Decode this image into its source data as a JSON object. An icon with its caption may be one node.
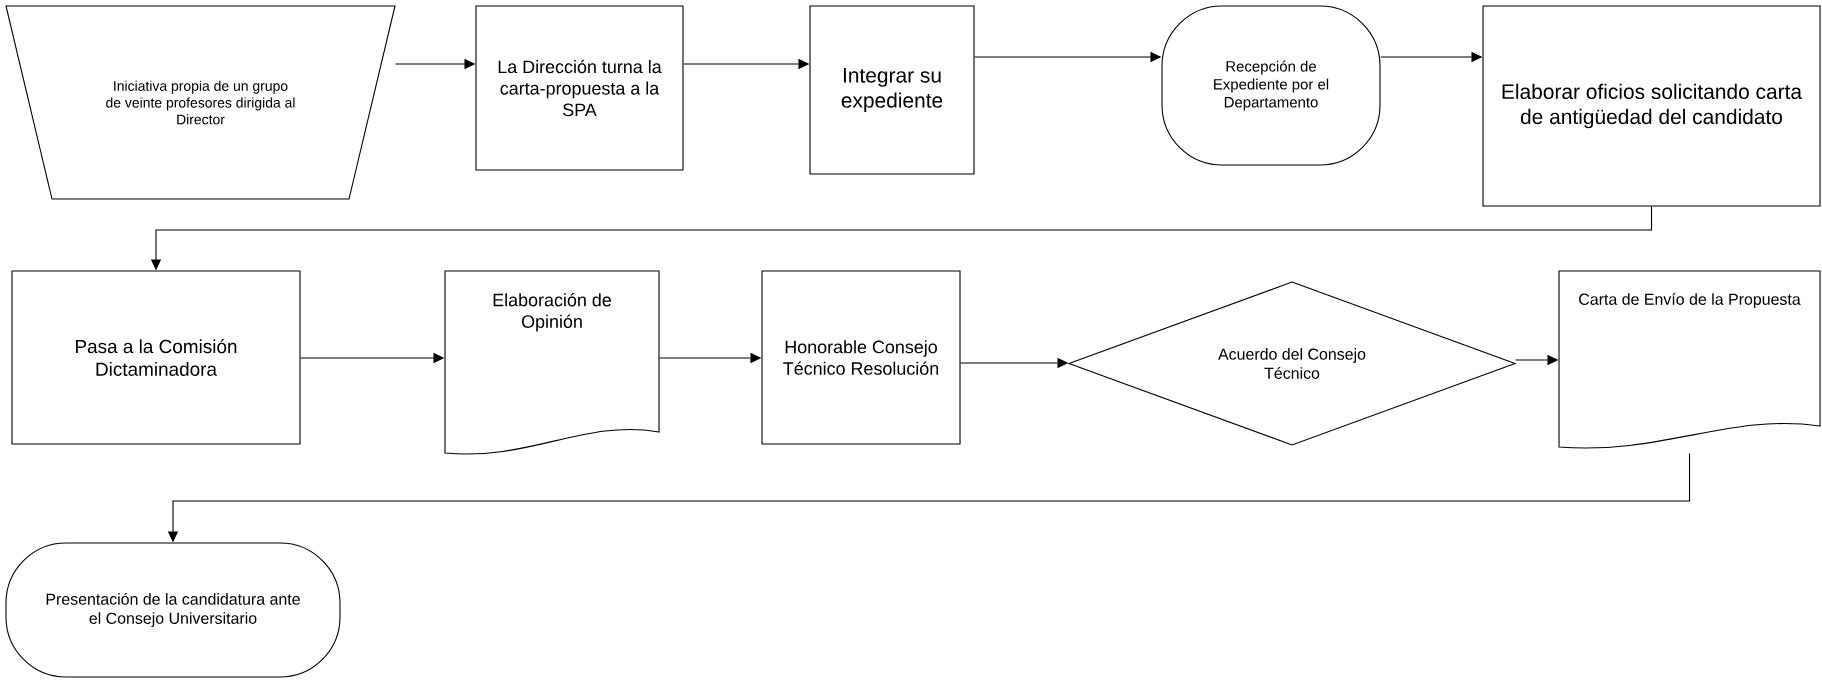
{
  "diagram": {
    "nodes": [
      {
        "text": [
          "Iniciativa propia de un grupo de veinte profesores dirigida al Director"
        ]
      },
      {
        "text": [
          "La Dirección turna la carta-propuesta a la SPA"
        ]
      },
      {
        "text": [
          "Integrar su expediente"
        ]
      },
      {
        "text": [
          "Recepción de Expediente por el Departamento"
        ]
      },
      {
        "text": [
          "Elaborar oficios solicitando carta de antigüedad del candidato"
        ]
      },
      {
        "text": [
          "Pasa a la Comisión Dictaminadora"
        ]
      },
      {
        "text": [
          "Elaboración de Opinión"
        ]
      },
      {
        "text": [
          "Honorable Consejo Técnico Resolución"
        ]
      },
      {
        "text": [
          "Acuerdo del Consejo Técnico"
        ]
      },
      {
        "text": [
          "Carta de Envío de la Propuesta"
        ]
      },
      {
        "text": [
          "Presentación de la candidatura ante el Consejo Universitario"
        ]
      }
    ],
    "edges": [
      {
        "from": 0,
        "to": 1,
        "arrow": "to"
      },
      {
        "from": 1,
        "to": 2,
        "arrow": "to"
      },
      {
        "from": 2,
        "to": 3,
        "arrow": "to"
      },
      {
        "from": 3,
        "to": 4,
        "arrow": "to"
      },
      {
        "from": 4,
        "to": 5,
        "arrow": "to"
      },
      {
        "from": 5,
        "to": 6,
        "arrow": "to"
      },
      {
        "from": 6,
        "to": 7,
        "arrow": "to"
      },
      {
        "from": 7,
        "to": 8,
        "arrow": "to"
      },
      {
        "from": 8,
        "to": 9,
        "arrow": "to"
      },
      {
        "from": 9,
        "to": 10,
        "arrow": "to"
      }
    ]
  }
}
